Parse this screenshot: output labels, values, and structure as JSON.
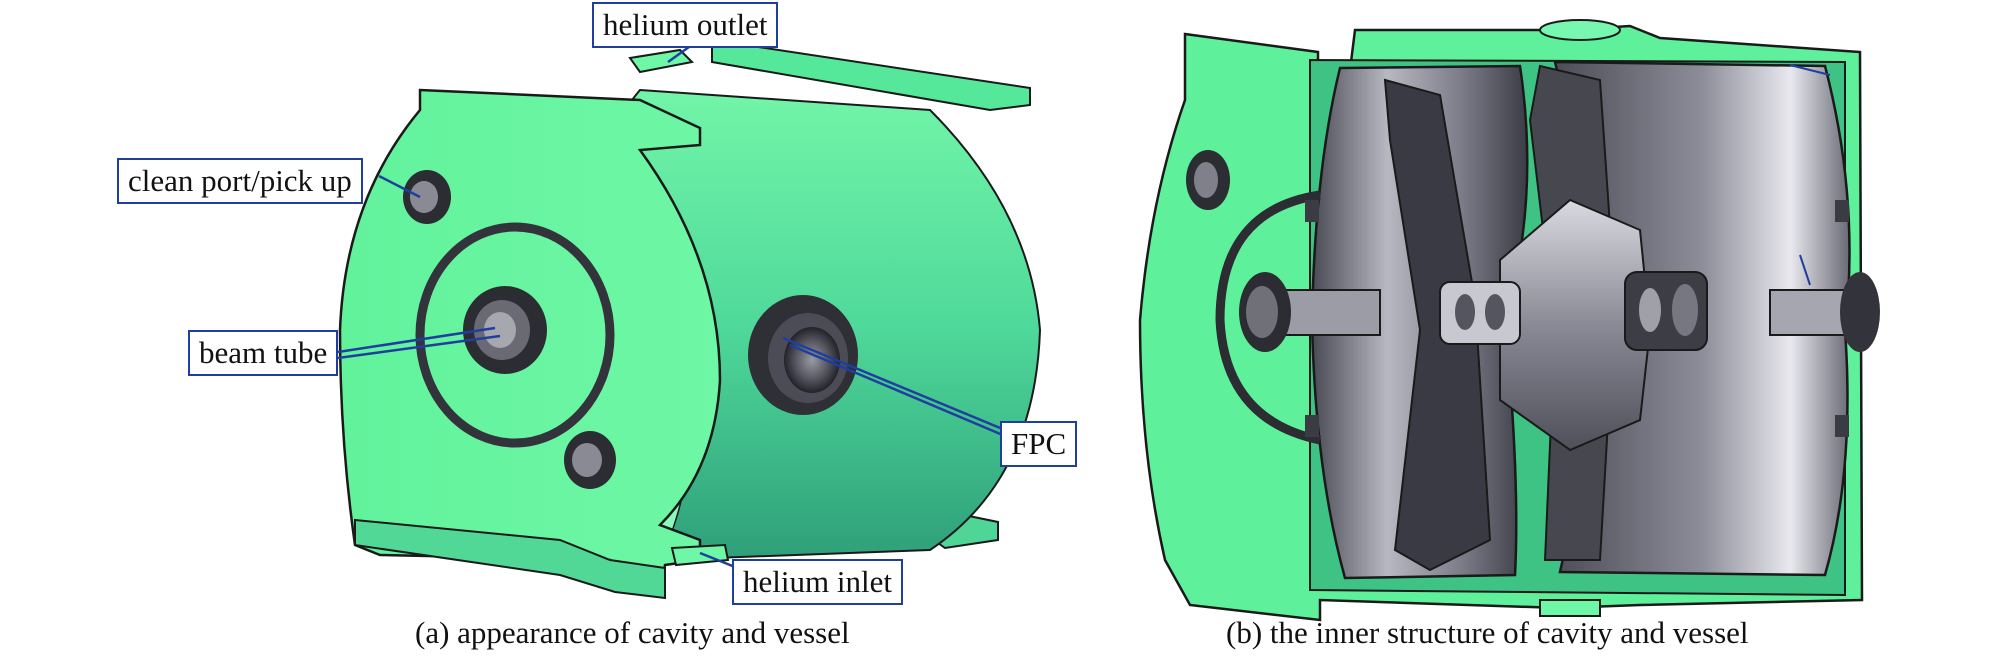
{
  "labels": {
    "helium_outlet": "helium outlet",
    "clean_port": "clean port/pick up",
    "beam_tube": "beam tube",
    "fpc": "FPC",
    "helium_inlet": "helium inlet"
  },
  "captions": {
    "a": "(a) appearance of cavity and vessel",
    "b": "(b) the inner structure of cavity and vessel"
  },
  "colors": {
    "vessel_green": "#66f59e",
    "vessel_shadow": "#3cbf80",
    "cavity_gray": "#8e8e99",
    "callout_blue": "#1f3f9e"
  }
}
